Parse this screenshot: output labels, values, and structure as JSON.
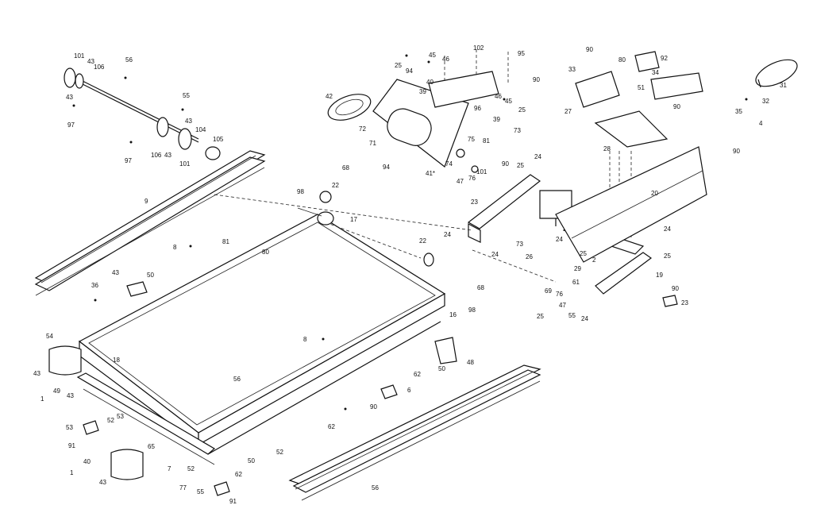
{
  "labels": [
    {
      "id": "101a",
      "text": "101"
    },
    {
      "id": "43a",
      "text": "43"
    },
    {
      "id": "106a",
      "text": "106"
    },
    {
      "id": "56a",
      "text": "56"
    },
    {
      "id": "43b",
      "text": "43"
    },
    {
      "id": "97a",
      "text": "97"
    },
    {
      "id": "55a",
      "text": "55"
    },
    {
      "id": "43c",
      "text": "43"
    },
    {
      "id": "104",
      "text": "104"
    },
    {
      "id": "105",
      "text": "105"
    },
    {
      "id": "97b",
      "text": "97"
    },
    {
      "id": "106b",
      "text": "106"
    },
    {
      "id": "43d",
      "text": "43"
    },
    {
      "id": "101b",
      "text": "101"
    },
    {
      "id": "9a",
      "text": "9"
    },
    {
      "id": "25a",
      "text": "25"
    },
    {
      "id": "45a",
      "text": "45"
    },
    {
      "id": "46a",
      "text": "46"
    },
    {
      "id": "102",
      "text": "102"
    },
    {
      "id": "95a",
      "text": "95"
    },
    {
      "id": "94a",
      "text": "94"
    },
    {
      "id": "40a",
      "text": "40"
    },
    {
      "id": "39a",
      "text": "39"
    },
    {
      "id": "96",
      "text": "96"
    },
    {
      "id": "46b",
      "text": "46"
    },
    {
      "id": "45b",
      "text": "45"
    },
    {
      "id": "25b",
      "text": "25"
    },
    {
      "id": "42",
      "text": "42"
    },
    {
      "id": "72",
      "text": "72"
    },
    {
      "id": "71",
      "text": "71"
    },
    {
      "id": "39b",
      "text": "39"
    },
    {
      "id": "73a",
      "text": "73"
    },
    {
      "id": "75",
      "text": "75"
    },
    {
      "id": "81",
      "text": "81"
    },
    {
      "id": "74",
      "text": "74"
    },
    {
      "id": "94b",
      "text": "94"
    },
    {
      "id": "41",
      "text": "41*"
    },
    {
      "id": "47a",
      "text": "47"
    },
    {
      "id": "76a",
      "text": "76"
    },
    {
      "id": "101c",
      "text": "101"
    },
    {
      "id": "90a",
      "text": "90"
    },
    {
      "id": "25c",
      "text": "25"
    },
    {
      "id": "24a",
      "text": "24"
    },
    {
      "id": "90b",
      "text": "90"
    },
    {
      "id": "33",
      "text": "33"
    },
    {
      "id": "90c",
      "text": "90"
    },
    {
      "id": "80",
      "text": "80"
    },
    {
      "id": "34",
      "text": "34"
    },
    {
      "id": "92",
      "text": "92"
    },
    {
      "id": "27",
      "text": "27"
    },
    {
      "id": "51",
      "text": "51"
    },
    {
      "id": "90d",
      "text": "90"
    },
    {
      "id": "31",
      "text": "31"
    },
    {
      "id": "32",
      "text": "32"
    },
    {
      "id": "35",
      "text": "35"
    },
    {
      "id": "4",
      "text": "4"
    },
    {
      "id": "28",
      "text": "28"
    },
    {
      "id": "90e",
      "text": "90"
    },
    {
      "id": "20",
      "text": "20"
    },
    {
      "id": "68a",
      "text": "68"
    },
    {
      "id": "98a",
      "text": "98"
    },
    {
      "id": "22a",
      "text": "22"
    },
    {
      "id": "17",
      "text": "17"
    },
    {
      "id": "23a",
      "text": "23"
    },
    {
      "id": "24b",
      "text": "24"
    },
    {
      "id": "24c",
      "text": "24"
    },
    {
      "id": "24d",
      "text": "24"
    },
    {
      "id": "25d",
      "text": "25"
    },
    {
      "id": "8a",
      "text": "8"
    },
    {
      "id": "81b",
      "text": "81"
    },
    {
      "id": "80b",
      "text": "80"
    },
    {
      "id": "22b",
      "text": "22"
    },
    {
      "id": "73b",
      "text": "73"
    },
    {
      "id": "24e",
      "text": "24"
    },
    {
      "id": "26",
      "text": "26"
    },
    {
      "id": "2",
      "text": "2"
    },
    {
      "id": "29",
      "text": "29"
    },
    {
      "id": "25e",
      "text": "25"
    },
    {
      "id": "19",
      "text": "19"
    },
    {
      "id": "43e",
      "text": "43"
    },
    {
      "id": "50a",
      "text": "50"
    },
    {
      "id": "36",
      "text": "36"
    },
    {
      "id": "68b",
      "text": "68"
    },
    {
      "id": "98b",
      "text": "98"
    },
    {
      "id": "16",
      "text": "16"
    },
    {
      "id": "61",
      "text": "61"
    },
    {
      "id": "69",
      "text": "69"
    },
    {
      "id": "76b",
      "text": "76"
    },
    {
      "id": "47b",
      "text": "47"
    },
    {
      "id": "25f",
      "text": "25"
    },
    {
      "id": "55b",
      "text": "55"
    },
    {
      "id": "24f",
      "text": "24"
    },
    {
      "id": "90f",
      "text": "90"
    },
    {
      "id": "23b",
      "text": "23"
    },
    {
      "id": "54",
      "text": "54"
    },
    {
      "id": "18",
      "text": "18"
    },
    {
      "id": "8b",
      "text": "8"
    },
    {
      "id": "48",
      "text": "48"
    },
    {
      "id": "50b",
      "text": "50"
    },
    {
      "id": "62a",
      "text": "62"
    },
    {
      "id": "43f",
      "text": "43"
    },
    {
      "id": "49",
      "text": "49"
    },
    {
      "id": "43g",
      "text": "43"
    },
    {
      "id": "1a",
      "text": "1"
    },
    {
      "id": "56b",
      "text": "56"
    },
    {
      "id": "6",
      "text": "6"
    },
    {
      "id": "90g",
      "text": "90"
    },
    {
      "id": "53a",
      "text": "53"
    },
    {
      "id": "53b",
      "text": "53"
    },
    {
      "id": "52a",
      "text": "52"
    },
    {
      "id": "91a",
      "text": "91"
    },
    {
      "id": "65",
      "text": "65"
    },
    {
      "id": "62b",
      "text": "62"
    },
    {
      "id": "40b",
      "text": "40"
    },
    {
      "id": "7",
      "text": "7"
    },
    {
      "id": "52b",
      "text": "52"
    },
    {
      "id": "50c",
      "text": "50"
    },
    {
      "id": "52c",
      "text": "52"
    },
    {
      "id": "1b",
      "text": "1"
    },
    {
      "id": "43h",
      "text": "43"
    },
    {
      "id": "77",
      "text": "77"
    },
    {
      "id": "55c",
      "text": "55"
    },
    {
      "id": "62c",
      "text": "62"
    },
    {
      "id": "91b",
      "text": "91"
    },
    {
      "id": "56c",
      "text": "56"
    }
  ]
}
